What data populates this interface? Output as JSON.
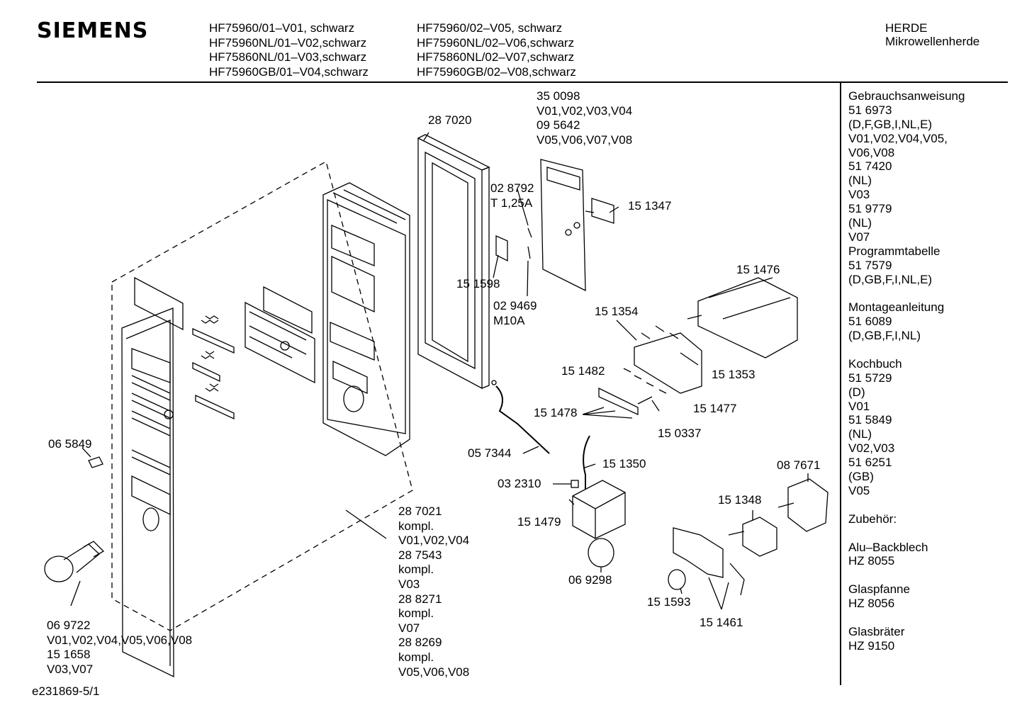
{
  "brand": "SIEMENS",
  "models_col1": [
    "HF75960/01–V01, schwarz",
    "HF75960NL/01–V02,schwarz",
    "HF75860NL/01–V03,schwarz",
    "HF75960GB/01–V04,schwarz"
  ],
  "models_col2": [
    "HF75960/02–V05, schwarz",
    "HF75960NL/02–V06,schwarz",
    "HF75860NL/02–V07,schwarz",
    "HF75960GB/02–V08,schwarz"
  ],
  "category": [
    "HERDE",
    "Mikrowellenherde"
  ],
  "sidebar": [
    "Gebrauchsanweisung",
    "51 6973",
    "(D,F,GB,I,NL,E)",
    "V01,V02,V04,V05,",
    "V06,V08",
    "51 7420",
    "(NL)",
    "V03",
    "51 9779",
    "(NL)",
    "V07",
    "Programmtabelle",
    "51 7579",
    "(D,GB,F,I,NL,E)",
    "",
    "Montageanleitung",
    "51 6089",
    "(D,GB,F,I,NL)",
    "",
    "Kochbuch",
    "51 5729",
    "(D)",
    "V01",
    "51 5849",
    "(NL)",
    "V02,V03",
    "51 6251",
    "(GB)",
    "V05",
    "",
    "Zubehör:",
    "",
    "Alu–Backblech",
    "HZ 8055",
    "",
    "Glaspfanne",
    "HZ 8056",
    "",
    "Glasbräter",
    "HZ 9150"
  ],
  "labels": {
    "p287020": "28 7020",
    "p350098": [
      "35 0098",
      "V01,V02,V03,V04",
      "09 5642",
      "V05,V06,V07,V08"
    ],
    "p028792": [
      "02 8792",
      "T 1,25A"
    ],
    "p151347": "15 1347",
    "p151598": "15 1598",
    "p029469": [
      "02 9469",
      "M10A"
    ],
    "p151476": "15 1476",
    "p151354": "15 1354",
    "p151353": "15 1353",
    "p151482": "15 1482",
    "p151478": "15 1478",
    "p151477": "15 1477",
    "p150337": "15 0337",
    "p065849": "06 5849",
    "p057344": "05 7344",
    "p151350": "15 1350",
    "p087671": "08 7671",
    "p032310": "03 2310",
    "p151348": "15 1348",
    "p151479": "15 1479",
    "p287021": [
      "28 7021",
      "kompl.",
      "V01,V02,V04",
      "28 7543",
      "kompl.",
      "V03",
      "28 8271",
      "kompl.",
      "V07",
      "28 8269",
      "kompl.",
      "V05,V06,V08"
    ],
    "p069298": "06 9298",
    "p151593": "15 1593",
    "p151461": "15 1461",
    "p069722": [
      "06 9722",
      "V01,V02,V04,V05,V06,V08",
      "15 1658",
      "V03,V07"
    ]
  },
  "footer": "e231869-5/1"
}
